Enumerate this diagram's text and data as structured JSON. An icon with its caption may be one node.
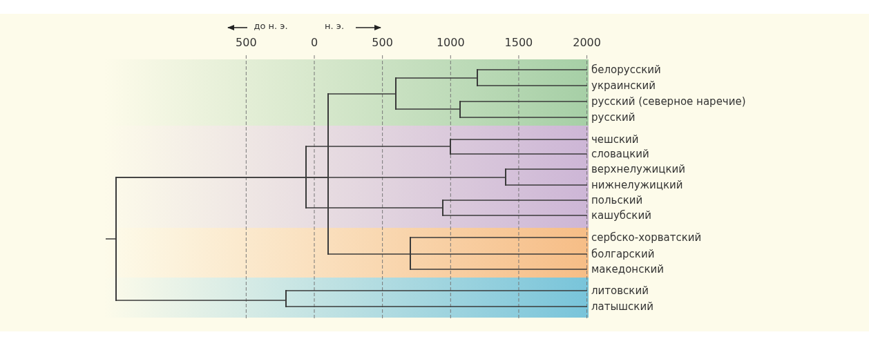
{
  "diagram": {
    "nodes": [
      {
        "text": [
          "белорусский"
        ]
      },
      {
        "text": [
          "украинский"
        ]
      },
      {
        "text": [
          "русский (северное наречие)"
        ]
      },
      {
        "text": [
          "русский"
        ]
      },
      {
        "text": [
          "чешский"
        ]
      },
      {
        "text": [
          "словацкий"
        ]
      },
      {
        "text": [
          "верхнелужицкий"
        ]
      },
      {
        "text": [
          "нижнелужицкий"
        ]
      },
      {
        "text": [
          "польский"
        ]
      },
      {
        "text": [
          "кашубский"
        ]
      },
      {
        "text": [
          "сербско-хорватский"
        ]
      },
      {
        "text": [
          "болгарский"
        ]
      },
      {
        "text": [
          "македонский"
        ]
      },
      {
        "text": [
          "литовский"
        ]
      },
      {
        "text": [
          "латышский"
        ]
      },
      {
        "text": [],
        "shape": "bar"
      },
      {
        "text": [],
        "shape": "bar"
      },
      {
        "text": [],
        "shape": "bar"
      },
      {
        "text": [],
        "shape": "bar"
      },
      {
        "text": [],
        "shape": "bar"
      },
      {
        "text": [],
        "shape": "bar"
      },
      {
        "text": [],
        "shape": "bar"
      },
      {
        "text": [],
        "shape": "bar"
      },
      {
        "text": [],
        "shape": "bar"
      },
      {
        "text": [],
        "shape": "bar"
      },
      {
        "text": [],
        "shape": "bar"
      }
    ],
    "edges": [
      {
        "from": null,
        "to": 25,
        "arrow": "none"
      },
      {
        "from": 25,
        "to": 23,
        "arrow": "none"
      },
      {
        "from": 25,
        "to": 21,
        "arrow": "none"
      },
      {
        "from": 25,
        "to": 24,
        "arrow": "none"
      },
      {
        "from": 23,
        "to": 17,
        "arrow": "none"
      },
      {
        "from": 23,
        "to": 22,
        "arrow": "none"
      },
      {
        "from": 17,
        "to": 15,
        "arrow": "none"
      },
      {
        "from": 17,
        "to": 16,
        "arrow": "none"
      },
      {
        "from": 15,
        "to": 0,
        "arrow": "none"
      },
      {
        "from": 15,
        "to": 1,
        "arrow": "none"
      },
      {
        "from": 16,
        "to": 2,
        "arrow": "none"
      },
      {
        "from": 16,
        "to": 3,
        "arrow": "none"
      },
      {
        "from": 21,
        "to": 18,
        "arrow": "none"
      },
      {
        "from": 21,
        "to": 19,
        "arrow": "none"
      },
      {
        "from": 21,
        "to": 20,
        "arrow": "none"
      },
      {
        "from": 18,
        "to": 4,
        "arrow": "none"
      },
      {
        "from": 18,
        "to": 5,
        "arrow": "none"
      },
      {
        "from": 19,
        "to": 6,
        "arrow": "none"
      },
      {
        "from": 19,
        "to": 7,
        "arrow": "none"
      },
      {
        "from": 20,
        "to": 8,
        "arrow": "none"
      },
      {
        "from": 20,
        "to": 9,
        "arrow": "none"
      },
      {
        "from": 22,
        "to": 10,
        "arrow": "none"
      },
      {
        "from": 22,
        "to": 11,
        "arrow": "none"
      },
      {
        "from": 22,
        "to": 12,
        "arrow": "none"
      },
      {
        "from": 24,
        "to": 13,
        "arrow": "none"
      },
      {
        "from": 24,
        "to": 14,
        "arrow": "none"
      }
    ],
    "labels": [
      "до н. э.",
      "н. э.",
      "500",
      "0",
      "500",
      "1000",
      "1500",
      "2000"
    ]
  }
}
